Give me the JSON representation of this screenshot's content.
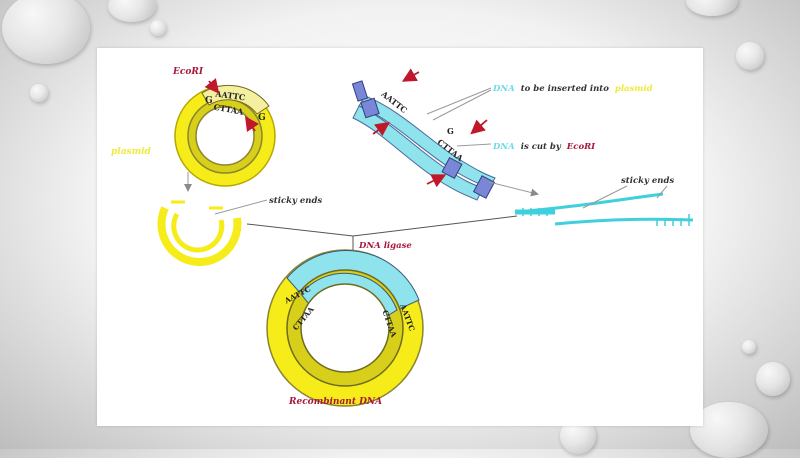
{
  "labels": {
    "enzyme_top": "EcoRI",
    "plasmid_site_top": "AATTC",
    "plasmid_site_g1": "G",
    "plasmid_site_bottom": "CTTAA",
    "plasmid_site_g2": "G",
    "strand_top": "AATTC",
    "strand_bottom": "CTTAA",
    "strand_g": "G",
    "dna_to_be_inserted_prefix": "DNA",
    "dna_to_be_inserted_mid": "to be inserted into",
    "dna_to_be_inserted_suffix": "plasmid",
    "dna_cut_prefix": "DNA",
    "dna_cut_mid": "is cut by",
    "dna_cut_enzyme": "EcoRI",
    "plasmid_left": "plasmid",
    "sticky_ends_left": "sticky ends",
    "sticky_ends_right": "sticky ends",
    "dna_ligase": "DNA ligase",
    "recombinant": "Recombinant DNA",
    "rec_seq_top": "AATTC",
    "rec_seq_bottom": "CTTAA",
    "rec_seq_right_top": "AATTC",
    "rec_seq_right_bottom": "CTTAA"
  },
  "colors": {
    "plasmid": "#f5ec1a",
    "plasmid_stroke": "#b8a800",
    "insert_dna": "#8fe3ec",
    "strand_blue": "#7a86d8",
    "arrow_red": "#c0172b",
    "text_red": "#a8183b",
    "text_cyan": "#6cdbe6",
    "text_yellow": "#f0ea3a",
    "cyan_fragment": "#3fd0dc"
  }
}
